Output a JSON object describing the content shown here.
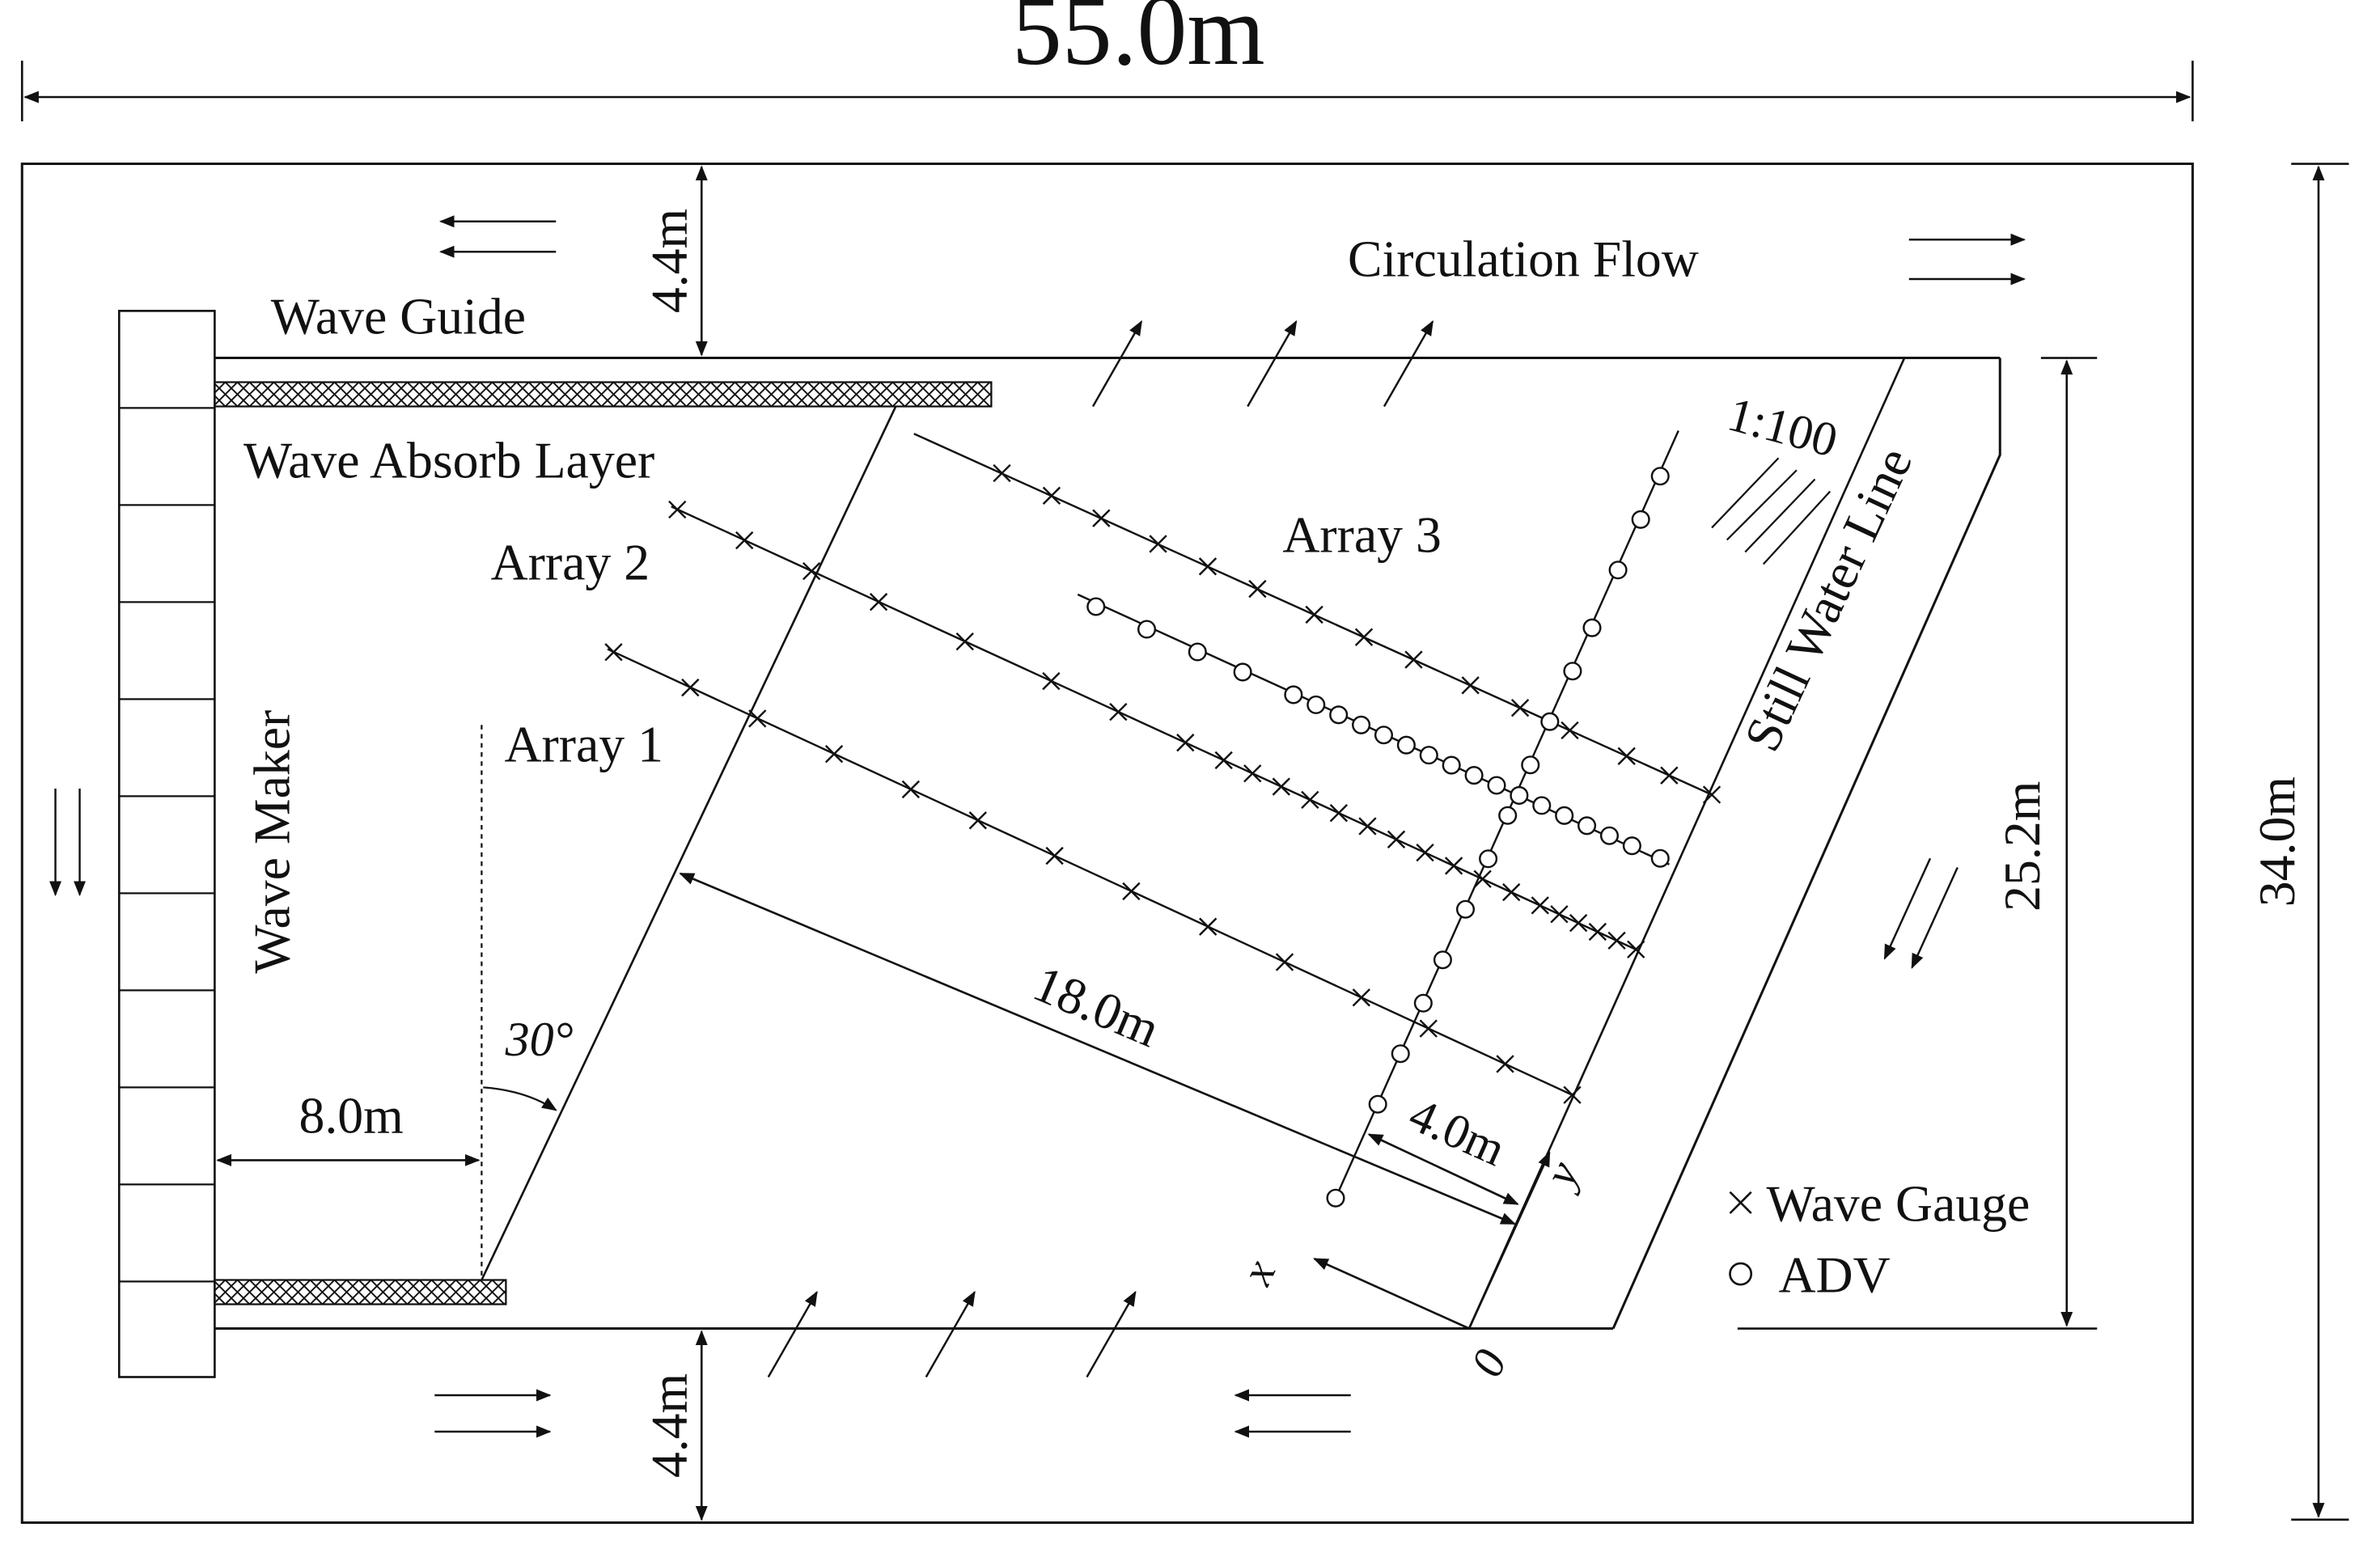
{
  "dimensions": {
    "total_width": "55.0m",
    "total_height": "34.0m",
    "gap_top": "4.4m",
    "gap_bottom": "4.4m",
    "basin_depth": "25.2m",
    "maker_offset": "8.0m",
    "array_length": "18.0m",
    "array_spacing": "4.0m",
    "angle": "30°"
  },
  "labels": {
    "wave_guide": "Wave Guide",
    "wave_absorb_layer": "Wave Absorb Layer",
    "wave_maker": "Wave Maker",
    "circulation_flow": "Circulation Flow",
    "still_water_line": "Still Water Line",
    "slope": "1:100",
    "array_1": "Array 1",
    "array_2": "Array 2",
    "array_3": "Array 3"
  },
  "axes": {
    "x": "x",
    "y": "y",
    "origin": "0"
  },
  "legend": {
    "wave_gauge": "Wave Gauge",
    "adv": "ADV"
  },
  "colors": {
    "ink": "#111111",
    "background": "#ffffff"
  }
}
